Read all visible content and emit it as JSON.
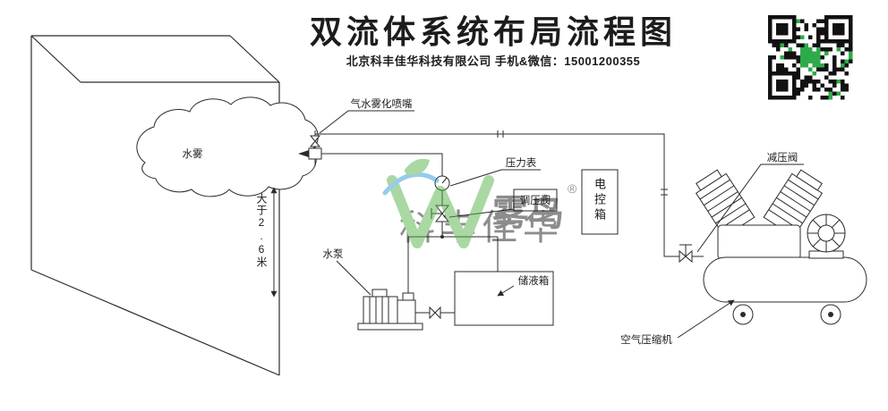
{
  "header": {
    "title": "双流体系统布局流程图",
    "subtitle": "北京科丰佳华科技有限公司 手机&微信：15001200355"
  },
  "labels": {
    "nozzle": "气水雾化喷嘴",
    "pressure_gauge": "压力表",
    "regulating_valve": "调压阀",
    "control_box": "电控箱",
    "water_pump": "水泵",
    "storage_tank": "储液箱",
    "reducing_valve": "减压阀",
    "air_compressor": "空气压缩机",
    "water_mist": "水雾",
    "min_height": "大于2.6米"
  },
  "watermark": {
    "brand": "雾鸟",
    "registered": "®",
    "company_mark": "科丰佳华"
  },
  "colors": {
    "line": "#2b2b2b",
    "qr_dark": "#111111",
    "qr_green": "#2faa4a",
    "brand_green": "#3aa05c",
    "brand_blue": "#2f9bd6"
  }
}
